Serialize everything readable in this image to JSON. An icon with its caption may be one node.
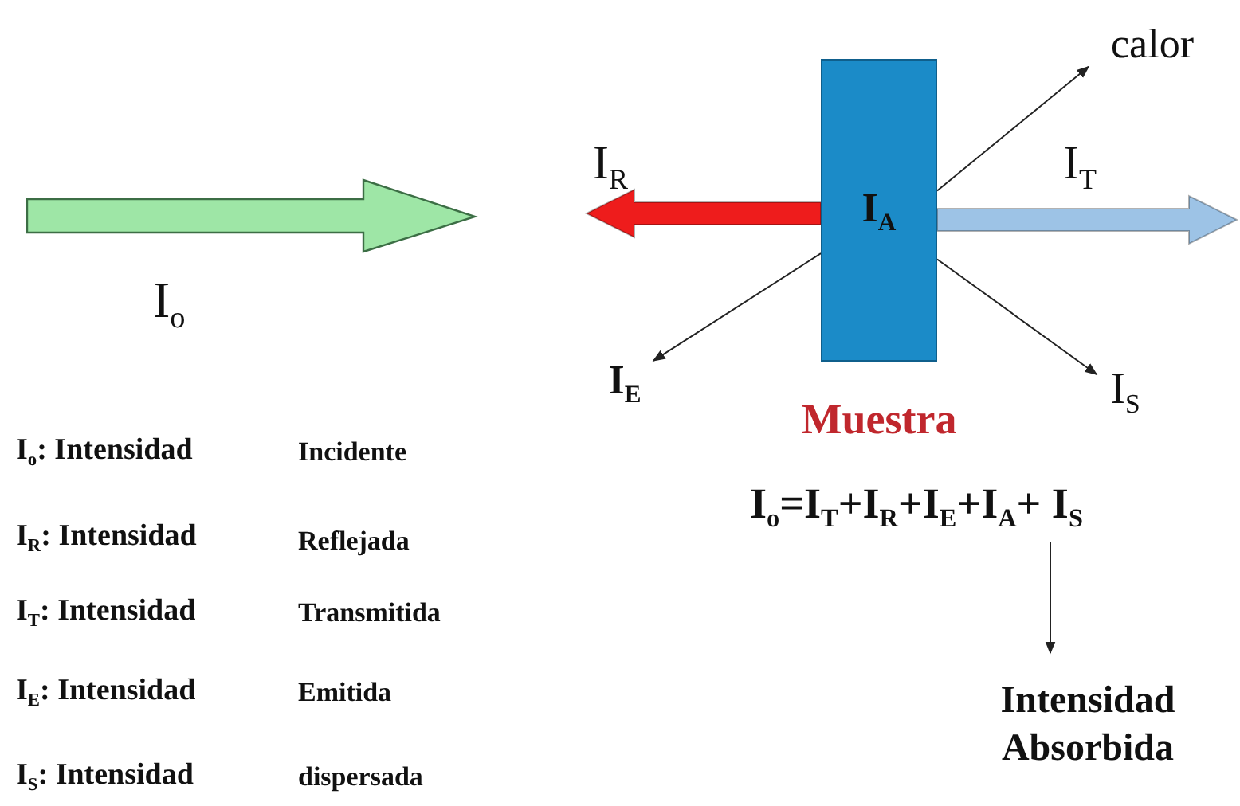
{
  "diagram": {
    "nodes": [
      {
        "text": [
          "I$_{A}$"
        ],
        "beside": [
          "Muestra"
        ]
      },
      {
        "text": [
          "calor"
        ]
      },
      {
        "text": [
          "I$_{E}$"
        ]
      },
      {
        "text": [
          "I$_{S}$"
        ]
      },
      {
        "text": [
          "I$_{o}$=I$_{T}$+I$_{R}$+I$_{E}$+I$_{A}$+ I$_{S}$"
        ]
      },
      {
        "text": [
          "Intensidad Absorbida"
        ]
      }
    ],
    "edges": [
      {
        "from": 0,
        "to": null,
        "arrow": "to",
        "label": "I$_{R}$",
        "style": "thick",
        "color": "#ee1c1c"
      },
      {
        "from": 0,
        "to": null,
        "arrow": "to",
        "label": "I$_{T}$",
        "style": "thick",
        "color": "#9dc3e6"
      },
      {
        "from": 0,
        "to": 1,
        "arrow": "to"
      },
      {
        "from": 0,
        "to": 2,
        "arrow": "to"
      },
      {
        "from": 0,
        "to": 3,
        "arrow": "to"
      },
      {
        "from": 4,
        "to": 5,
        "arrow": "to"
      }
    ],
    "labels": [
      "I$_{o}$",
      "I$_{o}$: Intensidad",
      "Incidente",
      "I$_{R}$: Intensidad",
      "Reflejada",
      "I$_{T}$: Intensidad",
      "Transmitida",
      "I$_{E}$: Intensidad",
      "Emitida",
      "I$_{S}$: Intensidad",
      "dispersada"
    ]
  }
}
